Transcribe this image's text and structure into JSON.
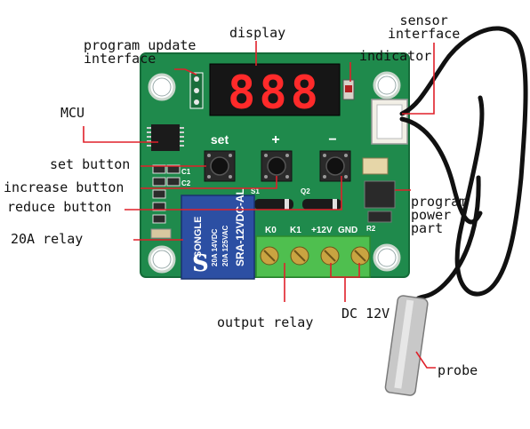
{
  "labels": {
    "program_update": "program update\ninterface",
    "display": "display",
    "sensor": "sensor\ninterface",
    "indicator": "indicator",
    "mcu": "MCU",
    "set_button": "set button",
    "increase_button": "increase button",
    "reduce_button": "reduce button",
    "relay_20a": "20A relay",
    "program_power": "program\npower\npart",
    "output_relay": "output relay",
    "dc12v": "DC 12V",
    "probe": "probe"
  },
  "board": {
    "set": "set",
    "plus": "+",
    "minus": "−",
    "display_digits": "888",
    "terminals": [
      "K0",
      "K1",
      "+12V",
      "GND"
    ],
    "relay_model": "SRA-12VDC-AL",
    "relay_brand": "SONGLE",
    "relay_spec1": "20A 14VDC",
    "relay_spec2": "20A 125VAC",
    "pcb_c1": "C1",
    "pcb_c2": "C2",
    "pcb_q2": "Q2",
    "pcb_s1": "S1",
    "pcb_r": "R2"
  },
  "colors": {
    "pcb": "#1f8a4c",
    "relay": "#2c4fa3",
    "terminal": "#4fbf4f",
    "display": "#161616",
    "segment": "#ff2a2a",
    "leader": "#e0202a"
  }
}
